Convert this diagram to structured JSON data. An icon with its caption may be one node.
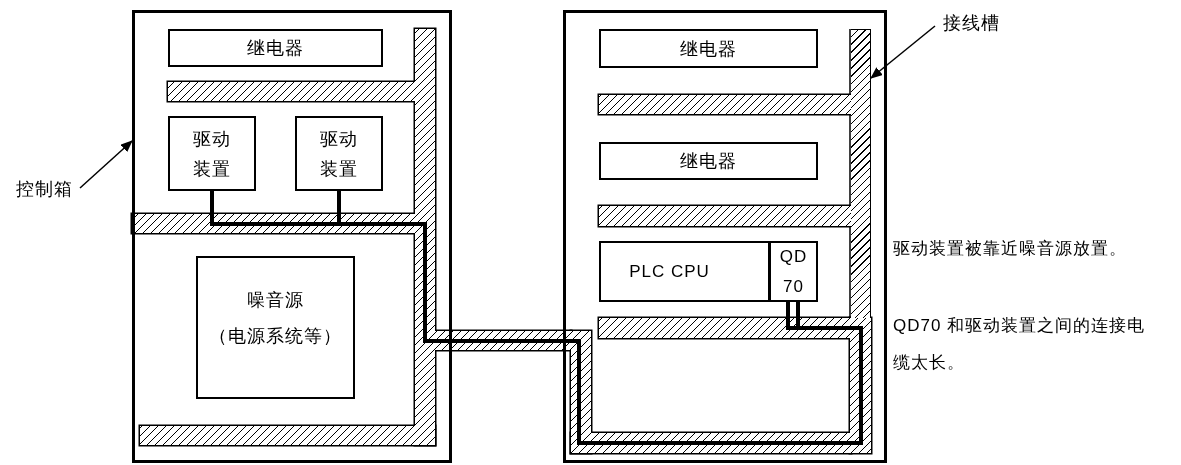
{
  "diagram": {
    "nodes": [
      {
        "text": [],
        "shape": "box"
      },
      {
        "text": [
          "继电器"
        ],
        "in": 0
      },
      {
        "text": [
          "驱动装置"
        ],
        "in": 0
      },
      {
        "text": [
          "驱动装置"
        ],
        "in": 0
      },
      {
        "text": [
          "噪音源",
          "（电源系统等）"
        ],
        "in": 0
      },
      {
        "text": [],
        "shape": "box"
      },
      {
        "text": [
          "继电器"
        ],
        "in": 5
      },
      {
        "text": [
          "继电器"
        ],
        "in": 5
      },
      {
        "text": [
          "PLC CPU"
        ],
        "in": 5
      },
      {
        "text": [
          "QD70"
        ],
        "in": 5
      },
      {
        "text": [
          "控制箱"
        ]
      },
      {
        "text": [
          "接线槽"
        ]
      },
      {
        "text": [],
        "shape": "bar",
        "in": 5
      }
    ],
    "edges": [
      {
        "from": 2,
        "to": 9,
        "arrow": "none",
        "style": "thick"
      },
      {
        "from": 3,
        "to": 9,
        "arrow": "none",
        "style": "thick"
      },
      {
        "from": 10,
        "to": 0,
        "arrow": "to"
      },
      {
        "from": 11,
        "to": 12,
        "arrow": "to"
      }
    ],
    "labels": [
      "驱动装置被靠近噪音源放置。",
      "QD70 和驱动装置之间的连接电缆太长。"
    ]
  }
}
